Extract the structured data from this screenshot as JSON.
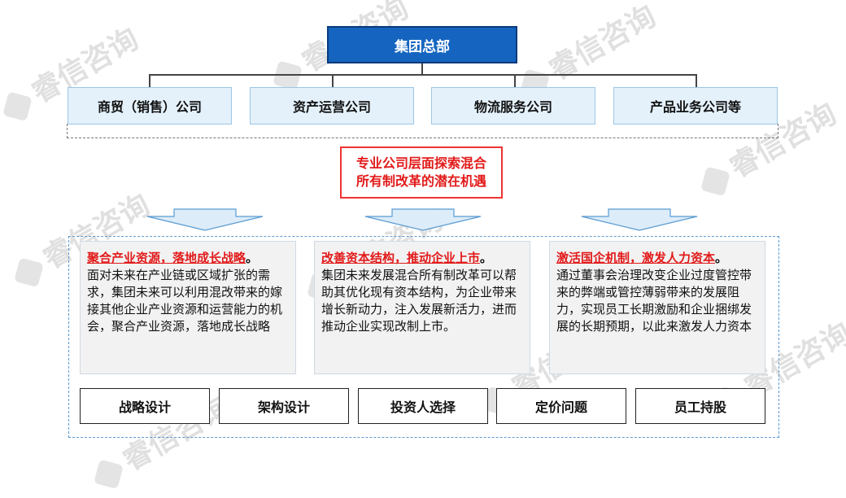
{
  "watermark": "睿信咨询",
  "header": {
    "title": "集团总部"
  },
  "subsidiaries": [
    "商贸（销售）公司",
    "资产运营公司",
    "物流服务公司",
    "产品业务公司等"
  ],
  "callout": {
    "line1": "专业公司层面探索混合",
    "line2": "所有制改革的潜在机遇"
  },
  "cards": [
    {
      "title": "聚合产业资源，落地成长战略",
      "dot": "。",
      "body": "面对未来在产业链或区域扩张的需求，集团未来可以利用混改带来的嫁接其他企业产业资源和运营能力的机会，聚合产业资源，落地成长战略"
    },
    {
      "title": "改善资本结构，推动企业上市",
      "dot": "。",
      "body": "集团未来发展混合所有制改革可以帮助其优化现有资本结构，为企业带来增长新动力，注入发展新活力，进而推动企业实现改制上市。"
    },
    {
      "title": "激活国企机制，激发人力资本",
      "dot": "。",
      "body": "通过董事会治理改变企业过度管控带来的弊端或管控薄弱带来的发展阻力，实现员工长期激励和企业捆绑发展的长期预期，以此来激发人力资本"
    }
  ],
  "buttons": [
    "战略设计",
    "架构设计",
    "投资人选择",
    "定价问题",
    "员工持股"
  ],
  "colors": {
    "header_bg": "#1565c0",
    "highlight_red": "#e21a1a",
    "sub_bg": "#e4f1fb"
  }
}
